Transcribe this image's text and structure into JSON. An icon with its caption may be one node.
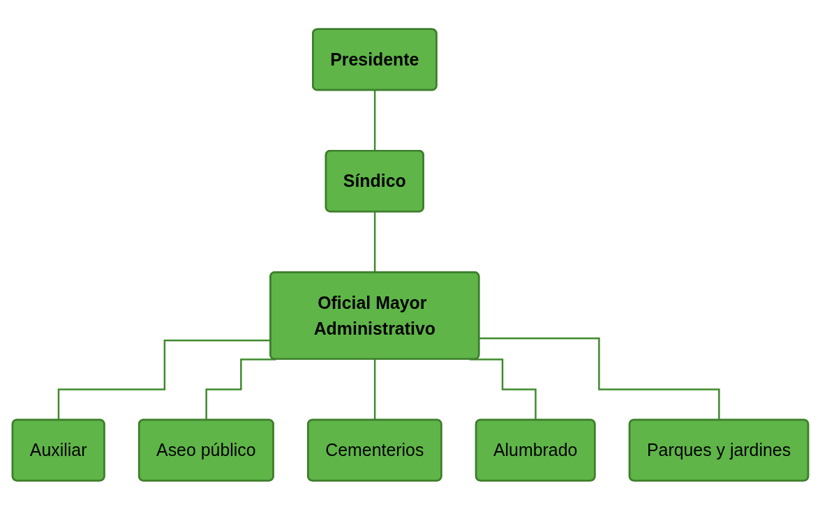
{
  "diagram": {
    "nodes": [
      {
        "text": [
          "Presidente"
        ]
      },
      {
        "text": [
          "Síndico"
        ]
      },
      {
        "text": [
          "Oficial Mayor Administrativo"
        ]
      },
      {
        "text": [
          "Auxiliar"
        ]
      },
      {
        "text": [
          "Aseo público"
        ]
      },
      {
        "text": [
          "Cementerios"
        ]
      },
      {
        "text": [
          "Alumbrado"
        ]
      },
      {
        "text": [
          "Parques y jardines"
        ]
      }
    ],
    "edges": [
      {
        "from": 0,
        "to": 1,
        "arrow": "none"
      },
      {
        "from": 1,
        "to": 2,
        "arrow": "none"
      },
      {
        "from": 2,
        "to": 3,
        "arrow": "none"
      },
      {
        "from": 2,
        "to": 4,
        "arrow": "none"
      },
      {
        "from": 2,
        "to": 5,
        "arrow": "none"
      },
      {
        "from": 2,
        "to": 6,
        "arrow": "none"
      },
      {
        "from": 2,
        "to": 7,
        "arrow": "none"
      }
    ]
  }
}
